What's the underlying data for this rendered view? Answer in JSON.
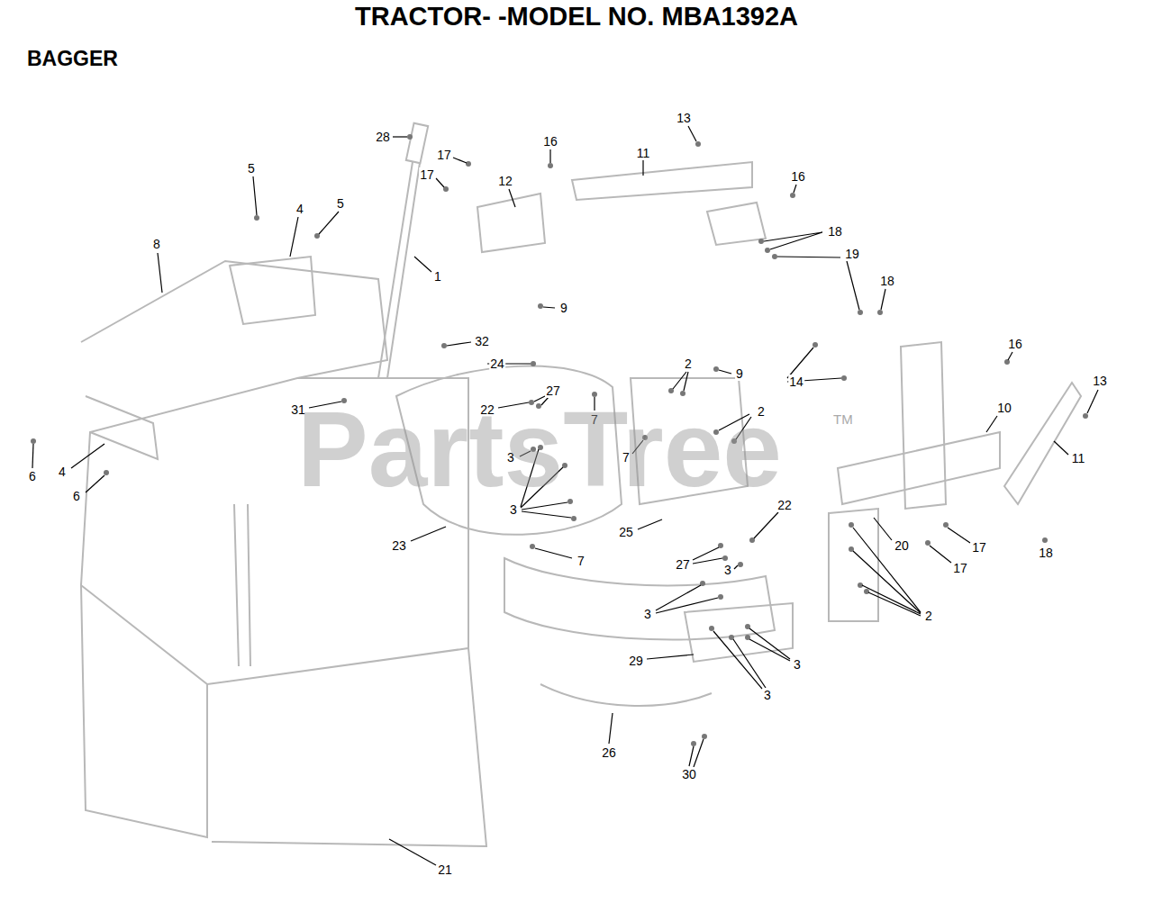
{
  "diagram": {
    "title": "TRACTOR- -MODEL NO. MBA1392A",
    "labels": [
      "BAGGER",
      "28",
      "17",
      "16",
      "13",
      "11",
      "17",
      "12",
      "16",
      "5",
      "4",
      "5",
      "8",
      "18",
      "19",
      "1",
      "9",
      "18",
      "32",
      "24",
      "9",
      "2",
      "14",
      "16",
      "13",
      "31",
      "27",
      "22",
      "2",
      "10",
      "11",
      "7",
      "7",
      "3",
      "6",
      "4",
      "6",
      "3",
      "23",
      "25",
      "22",
      "20",
      "17",
      "17",
      "18",
      "7",
      "27",
      "3",
      "2",
      "3",
      "29",
      "3",
      "3",
      "26",
      "30",
      "21",
      "PartsTree",
      "TM"
    ]
  }
}
